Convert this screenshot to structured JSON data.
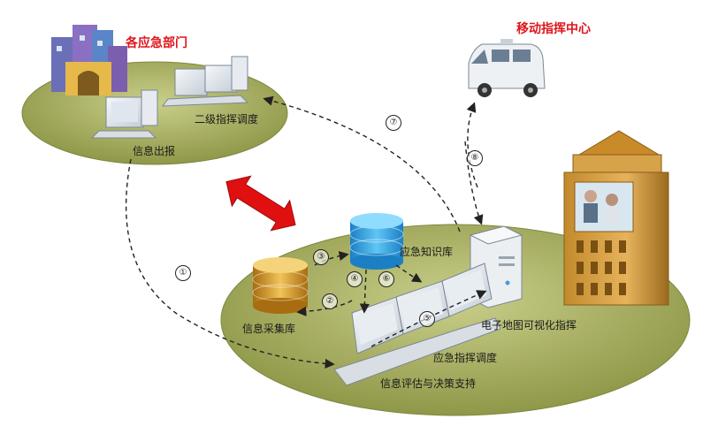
{
  "colors": {
    "title_red": "#e0141b",
    "platform_green": "#a6ad5e",
    "arrow_red": "#e01010",
    "cylinder_blue": "#2aa6e3",
    "cylinder_gold": "#d39a1e"
  },
  "titles": {
    "departments": "各应急部门",
    "mobile_center": "移动指挥中心"
  },
  "labels": {
    "info_report": "信息出报",
    "secondary_dispatch": "二级指挥调度",
    "knowledge_base": "应急知识库",
    "info_collection_db": "信息采集库",
    "gis_visual": "电子地图可视化指挥",
    "emergency_dispatch": "应急指挥调度",
    "assessment_decision": "信息评估与决策支持"
  },
  "steps": [
    "①",
    "②",
    "③",
    "④",
    "⑤",
    "⑥",
    "⑦",
    "⑧"
  ],
  "icons": [
    "building-cluster-icon",
    "command-tower-icon",
    "van-icon",
    "computer-icon",
    "database-icon",
    "server-icon",
    "double-arrow-icon"
  ]
}
